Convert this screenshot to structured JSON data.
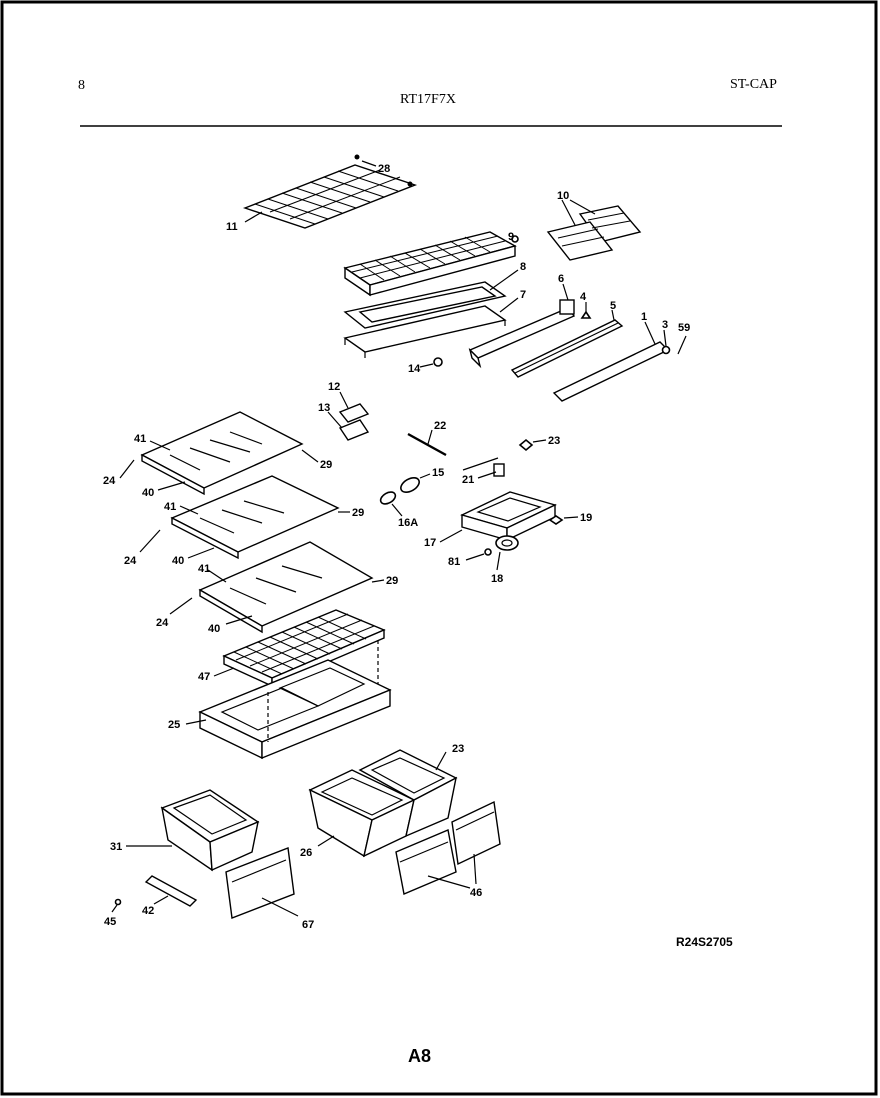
{
  "header": {
    "left_mark": "8",
    "model": "RT17F7X",
    "right_code": "ST-CAP"
  },
  "footer": {
    "figure_code": "R24S2705",
    "page": "A8"
  },
  "callouts": {
    "c28": "28",
    "c11": "11",
    "c10": "10",
    "c9": "9",
    "c8": "8",
    "c7": "7",
    "c6": "6",
    "c4": "4",
    "c5": "5",
    "c1": "1",
    "c3": "3",
    "c59": "59",
    "c14": "14",
    "c12": "12",
    "c13": "13",
    "c22": "22",
    "c23a": "23",
    "c15": "15",
    "c21": "21",
    "c19": "19",
    "c16a": "16A",
    "c17": "17",
    "c81": "81",
    "c18": "18",
    "c41a": "41",
    "c29a": "29",
    "c24a": "24",
    "c40a": "40",
    "c41b": "41",
    "c29b": "29",
    "c24b": "24",
    "c40b": "40",
    "c41c": "41",
    "c29c": "29",
    "c24c": "24",
    "c40c": "40",
    "c47": "47",
    "c25": "25",
    "c23b": "23",
    "c31": "31",
    "c26": "26",
    "c46": "46",
    "c45": "45",
    "c42": "42",
    "c67": "67"
  }
}
